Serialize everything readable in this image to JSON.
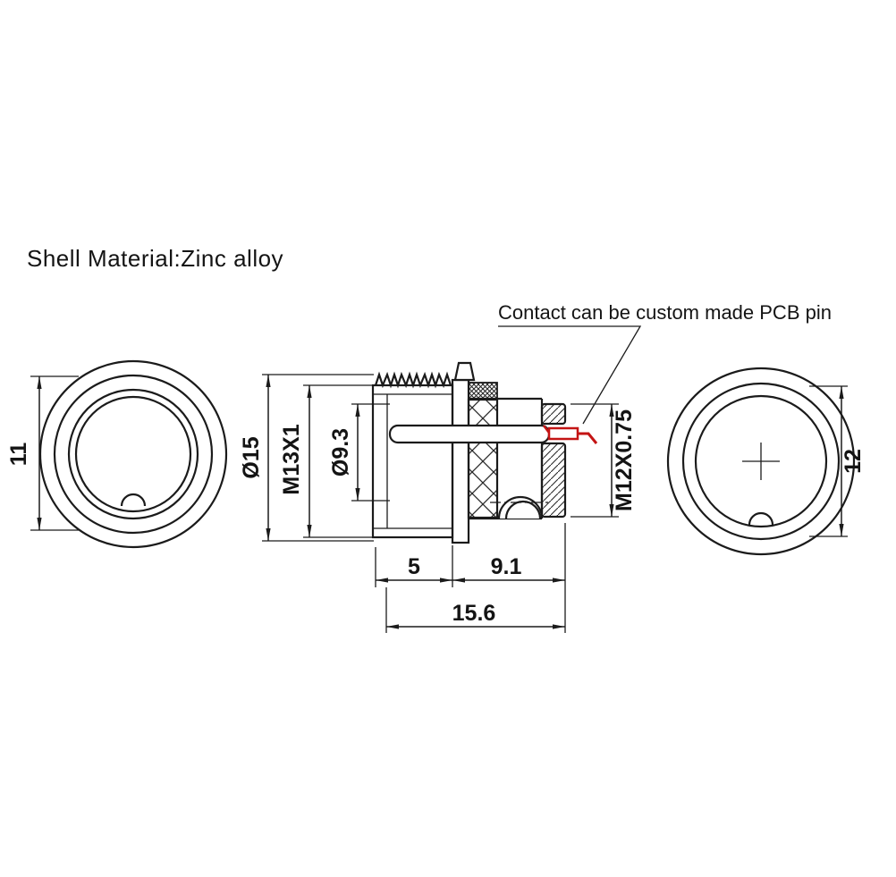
{
  "notes": {
    "shell_material": "Shell Material:Zinc alloy",
    "contact_note": "Contact can be custom made PCB pin"
  },
  "dims": {
    "front_height": "11",
    "outer_dia": "Ø15",
    "thread_front": "M13X1",
    "inner_dia": "Ø9.3",
    "thread_rear": "M12X0.75",
    "len_front": "5",
    "len_rear": "9.1",
    "len_total": "15.6",
    "rear_height": "12"
  },
  "colors": {
    "line": "#1b1b1b",
    "pcb_pin": "#c41414",
    "background": "#ffffff"
  }
}
